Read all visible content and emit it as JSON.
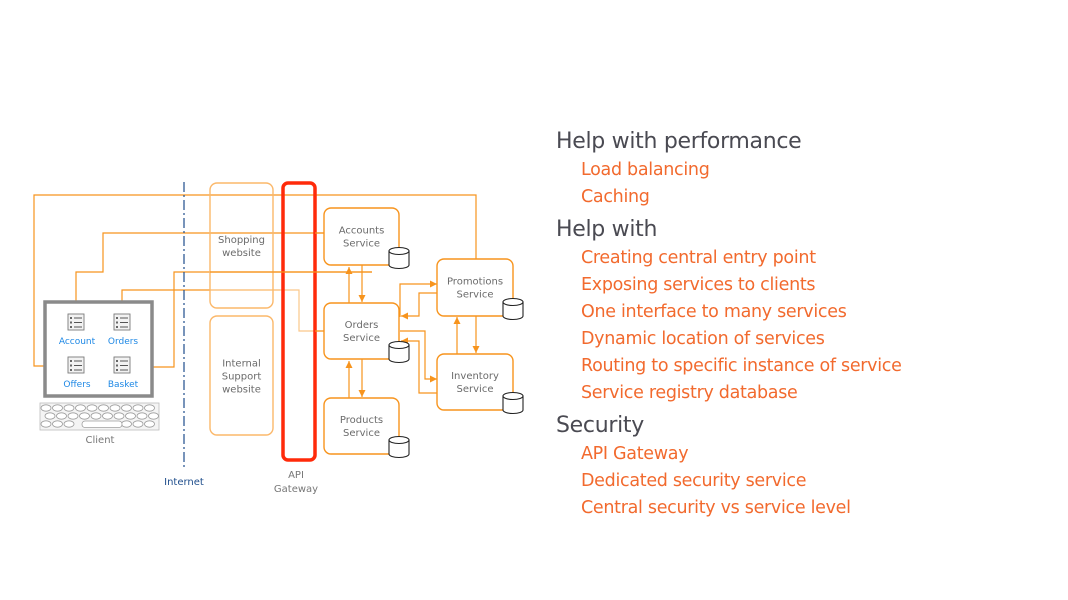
{
  "diagram": {
    "colors": {
      "connector": "#f7941d",
      "connector_light": "#fbc88a",
      "service_border": "#f7941d",
      "gateway_border": "#ff2a0a",
      "client_frame": "#8a8a8a",
      "internet_line": "#1f4e8c",
      "client_label": "#1e88e5",
      "service_text": "#6b6b6b"
    },
    "client": {
      "label": "Client",
      "apps": [
        {
          "name": "Account",
          "icon": "list-icon"
        },
        {
          "name": "Orders",
          "icon": "list-icon"
        },
        {
          "name": "Offers",
          "icon": "list-icon"
        },
        {
          "name": "Basket",
          "icon": "list-icon"
        }
      ]
    },
    "internet_label": "Internet",
    "websites": [
      {
        "lines": [
          "Shopping",
          "website"
        ]
      },
      {
        "lines": [
          "Internal",
          "Support",
          "website"
        ]
      }
    ],
    "gateway": {
      "lines": [
        "API",
        "Gateway"
      ]
    },
    "services": [
      {
        "id": "accounts",
        "lines": [
          "Accounts",
          "Service"
        ]
      },
      {
        "id": "orders",
        "lines": [
          "Orders",
          "Service"
        ]
      },
      {
        "id": "products",
        "lines": [
          "Products",
          "Service"
        ]
      },
      {
        "id": "promotions",
        "lines": [
          "Promotions",
          "Service"
        ]
      },
      {
        "id": "inventory",
        "lines": [
          "Inventory",
          "Service"
        ]
      }
    ]
  },
  "bullets": [
    {
      "heading": "Help with performance",
      "items": [
        "Load balancing",
        "Caching"
      ]
    },
    {
      "heading": "Help with",
      "items": [
        "Creating central entry point",
        "Exposing services to clients",
        "One interface to many services",
        "Dynamic location of services",
        "Routing to specific instance of service",
        "Service registry database"
      ]
    },
    {
      "heading": "Security",
      "items": [
        "API Gateway",
        "Dedicated security service",
        "Central security vs service level"
      ]
    }
  ]
}
